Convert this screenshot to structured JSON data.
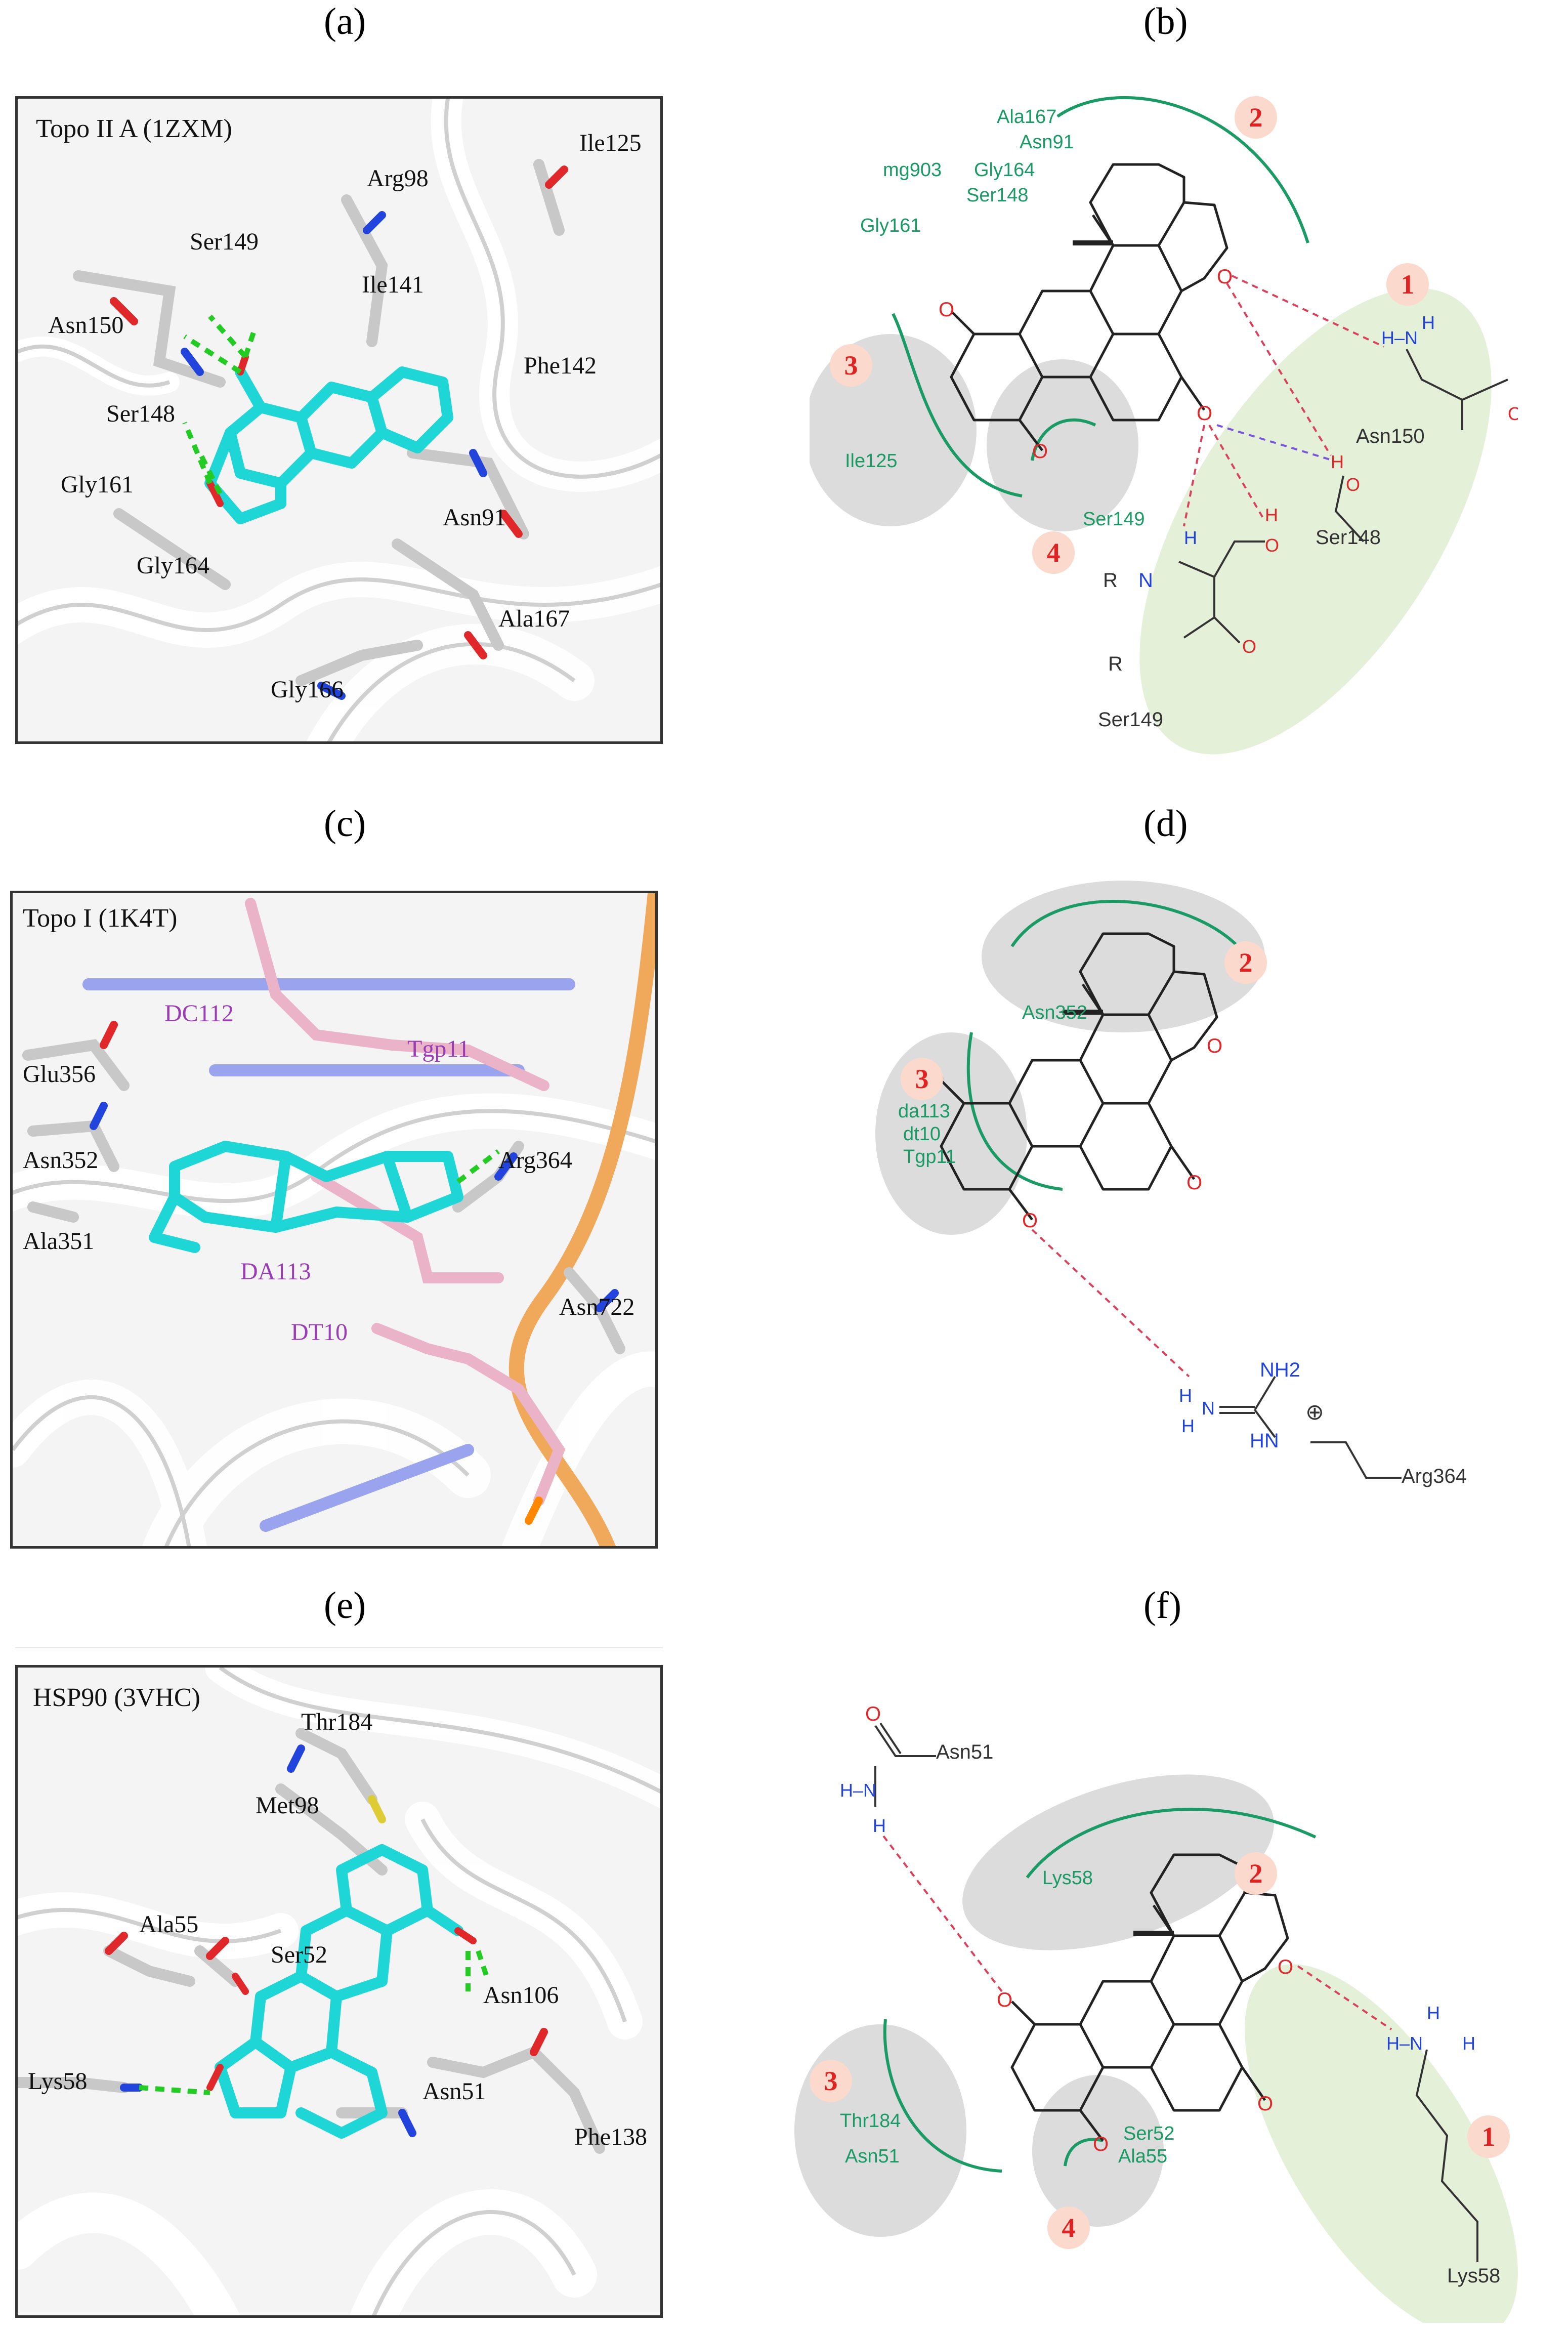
{
  "labels": {
    "a": "(a)",
    "b": "(b)",
    "c": "(c)",
    "d": "(d)",
    "e": "(e)",
    "f": "(f)"
  },
  "panel_a": {
    "title": "Topo II A (1ZXM)",
    "residues": {
      "arg98": "Arg98",
      "ile125": "Ile125",
      "ser149": "Ser149",
      "ile141": "Ile141",
      "asn150": "Asn150",
      "phe142": "Phe142",
      "ser148": "Ser148",
      "gly161": "Gly161",
      "asn91": "Asn91",
      "gly164": "Gly164",
      "ala167": "Ala167",
      "gly166": "Gly166"
    }
  },
  "panel_b": {
    "green": {
      "ala167": "Ala167",
      "asn91": "Asn91",
      "mg903": "mg903",
      "gly164": "Gly164",
      "ser148": "Ser148",
      "gly161": "Gly161",
      "ile125": "Ile125",
      "ser149": "Ser149"
    },
    "dark": {
      "asn150": "Asn150",
      "ser148": "Ser148",
      "ser149": "Ser149",
      "r1": "R",
      "r2": "R",
      "n": "N",
      "h": "H"
    },
    "badges": [
      "1",
      "2",
      "3",
      "4"
    ]
  },
  "panel_c": {
    "title": "Topo I (1K4T)",
    "residues": {
      "glu356": "Glu356",
      "asn352": "Asn352",
      "ala351": "Ala351",
      "arg364": "Arg364",
      "asn722": "Asn722"
    },
    "dna": {
      "dc112": "DC112",
      "tgp11": "Tgp11",
      "da113": "DA113",
      "dt10": "DT10"
    }
  },
  "panel_d": {
    "green": {
      "asn352": "Asn352",
      "da113": "da113",
      "dt10": "dt10",
      "tgp11": "Tgp11"
    },
    "dark": {
      "arg364": "Arg364",
      "nh2": "NH2",
      "hn": "HN",
      "plus": "⊕"
    },
    "badges": [
      "2",
      "3"
    ]
  },
  "panel_e": {
    "title": "HSP90 (3VHC)",
    "residues": {
      "thr184": "Thr184",
      "met98": "Met98",
      "ala55": "Ala55",
      "ser52": "Ser52",
      "asn106": "Asn106",
      "lys58": "Lys58",
      "asn51": "Asn51",
      "phe138": "Phe138"
    }
  },
  "panel_f": {
    "green": {
      "lys58": "Lys58",
      "thr184": "Thr184",
      "asn51": "Asn51",
      "ser52": "Ser52",
      "ala55": "Ala55"
    },
    "dark": {
      "asn51": "Asn51",
      "lys58": "Lys58",
      "hn": "H–N",
      "h": "H"
    },
    "badges": [
      "1",
      "2",
      "3",
      "4"
    ]
  },
  "colors": {
    "ligand": "#1fd6d6",
    "green_label": "#1a9a64",
    "badge_bg": "#fbd9cc",
    "badge_text": "#e02222",
    "oxygen": "#e0282a",
    "nitrogen": "#2244dd",
    "hbond_3d": "#22cc22",
    "hbond_2d": "#d9425a",
    "dna_pink": "#9a3db5",
    "green_region": "#e4f0d8",
    "grey_region": "#dcdcdc"
  }
}
